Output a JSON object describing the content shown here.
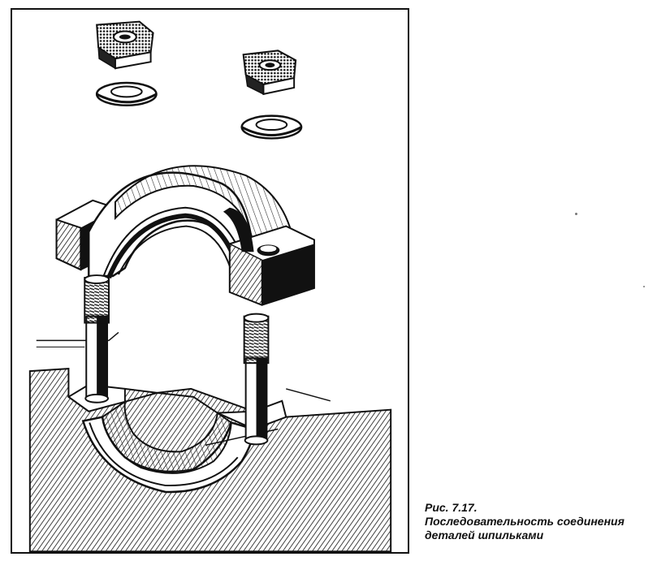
{
  "figure": {
    "number": "Рис. 7.17.",
    "caption_line1": "Последовательность соединения",
    "caption_line2": "деталей шпильками",
    "parts": [
      "nut",
      "washer",
      "bearing-cap",
      "stud",
      "base-housing"
    ]
  }
}
